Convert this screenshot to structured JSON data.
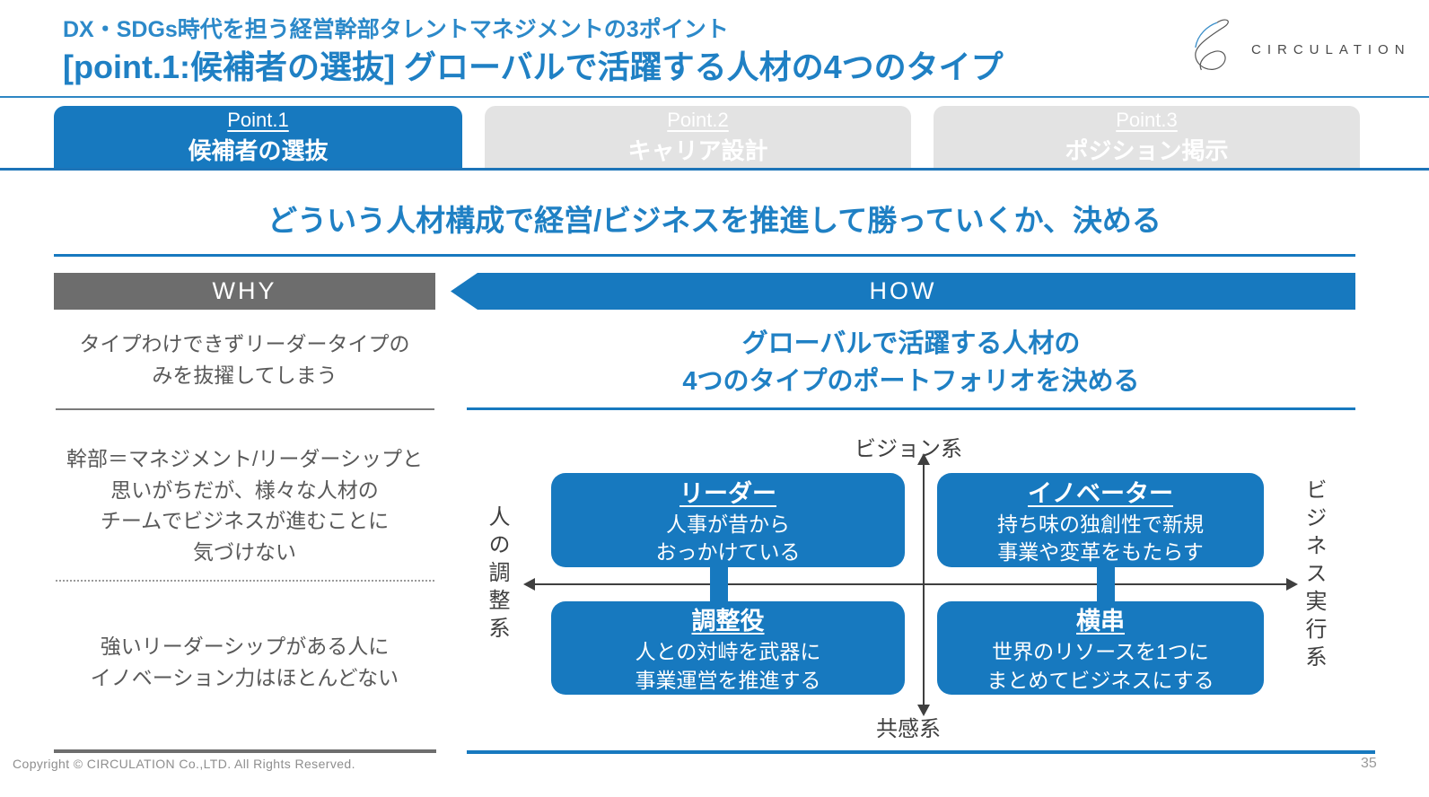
{
  "header": {
    "subtitle": "DX・SDGs時代を担う経営幹部タレントマネジメントの3ポイント",
    "title": "[point.1:候補者の選抜]  グローバルで活躍する人材の4つのタイプ",
    "logo_text": "CIRCULATION"
  },
  "tabs": [
    {
      "point": "Point.1",
      "label": "候補者の選抜",
      "active": true
    },
    {
      "point": "Point.2",
      "label": "キャリア設計",
      "active": false
    },
    {
      "point": "Point.3",
      "label": "ポジション掲示",
      "active": false
    }
  ],
  "main_heading": "どういう人材構成で経営/ビジネスを推進して勝っていくか、決める",
  "why": {
    "title": "WHY",
    "items": [
      "タイプわけできずリーダータイプの\nみを抜擢してしまう",
      "幹部＝マネジメント/リーダーシップと\n思いがちだが、様々な人材の\nチームでビジネスが進むことに\n気づけない",
      "強いリーダーシップがある人に\nイノベーション力はほとんどない"
    ]
  },
  "how": {
    "title": "HOW",
    "description": "グローバルで活躍する人材の\n4つのタイプのポートフォリオを決める"
  },
  "matrix": {
    "axis_top": "ビジョン系",
    "axis_bottom": "共感系",
    "axis_left": "人の調整系",
    "axis_right": "ビジネス実行系",
    "quadrants": [
      {
        "title": "リーダー",
        "body": "人事が昔から\nおっかけている"
      },
      {
        "title": "イノベーター",
        "body": "持ち味の独創性で新規\n事業や変革をもたらす"
      },
      {
        "title": "調整役",
        "body": "人との対峙を武器に\n事業運営を推進する"
      },
      {
        "title": "横串",
        "body": "世界のリソースを1つに\nまとめてビジネスにする"
      }
    ]
  },
  "footer": {
    "copyright": "Copyright © CIRCULATION Co.,LTD. All Rights Reserved.",
    "page_number": "35"
  },
  "colors": {
    "accent_blue": "#1779bf",
    "heading_blue": "#1f80c4",
    "dark_gray": "#6d6d6d",
    "text_gray": "#595959"
  }
}
